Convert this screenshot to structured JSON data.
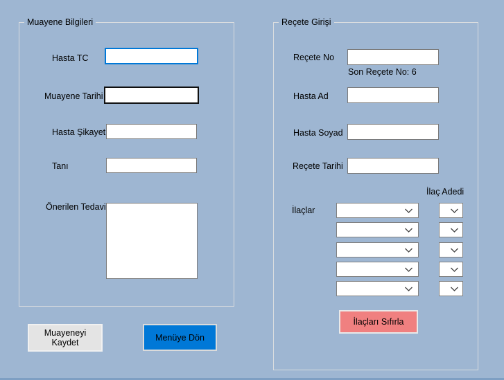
{
  "colors": {
    "background": "#9eb6d2",
    "bottom_strip": "#7e9fc3",
    "groupbox_border": "#d9dcdf",
    "input_border": "#7a7a7a",
    "focus_blue": "#0078d7",
    "dark_border": "#101010",
    "accent_blue": "#0078d7",
    "salmon": "#f08080",
    "gray_button": "#e4e4e4"
  },
  "muayene_group": {
    "title": "Muayene Bilgileri",
    "labels": {
      "hasta_tc": "Hasta TC",
      "muayene_tarihi": "Muayene Tarihi",
      "hasta_sikayeti": "Hasta Şikayeti",
      "tani": "Tanı",
      "onerilen_tedavi": "Önerilen Tedavi"
    },
    "values": {
      "hasta_tc": "",
      "muayene_tarihi": "",
      "hasta_sikayeti": "",
      "tani": "",
      "onerilen_tedavi": ""
    }
  },
  "recete_group": {
    "title": "Reçete Girişi",
    "labels": {
      "recete_no": "Reçete No",
      "son_recete_no": "Son Reçete No: 6",
      "hasta_ad": "Hasta Ad",
      "hasta_soyad": "Hasta Soyad",
      "recete_tarihi": "Reçete Tarihi",
      "ilaclar": "İlaçlar",
      "ilac_adedi": "İlaç Adedi"
    },
    "values": {
      "recete_no": "",
      "hasta_ad": "",
      "hasta_soyad": "",
      "recete_tarihi": ""
    },
    "drug_rows": 5
  },
  "buttons": {
    "save": "Muayeneyi Kaydet",
    "menu": "Menüye Dön",
    "reset_drugs": "İlaçları Sıfırla"
  }
}
